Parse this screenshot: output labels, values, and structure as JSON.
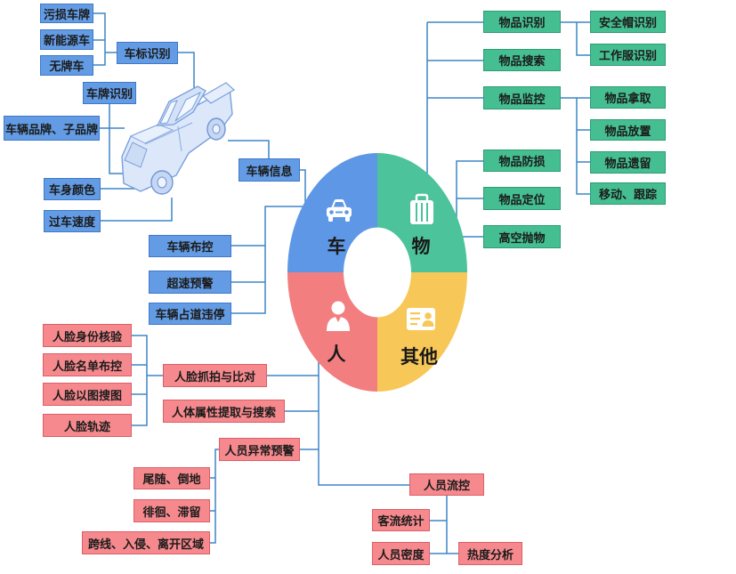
{
  "colors": {
    "vehicle": "#5e97e6",
    "object": "#4cc39a",
    "person": "#f27e80",
    "other": "#f7c858",
    "vehicle_box": "#639ce4",
    "object_box": "#45bf92",
    "person_box": "#f5898d",
    "line": "#3e86c6"
  },
  "center": {
    "vehicle": {
      "label": "车",
      "icon": "car-icon"
    },
    "object": {
      "label": "物",
      "icon": "luggage-icon"
    },
    "person": {
      "label": "人",
      "icon": "person-icon"
    },
    "other": {
      "label": "其他",
      "icon": "id-card-icon"
    }
  },
  "vehicle": {
    "plate_types": [
      "污损车牌",
      "新能源车",
      "无牌车"
    ],
    "logo_recognition": "车标识别",
    "plate_recognition": "车牌识别",
    "brand": "车辆品牌、子品牌",
    "body_color": "车身颜色",
    "speed": "过车速度",
    "info": "车辆信息",
    "illustration": "pickup-truck-illustration",
    "control": [
      "车辆布控",
      "超速预警",
      "车辆占道违停"
    ]
  },
  "object": {
    "recognition": "物品识别",
    "recognition_items": [
      "安全帽识别",
      "工作服识别"
    ],
    "search": "物品搜索",
    "monitoring": "物品监控",
    "monitoring_items": [
      "物品拿取",
      "物品放置",
      "物品遗留",
      "移动、跟踪"
    ],
    "loss_prevention": "物品防损",
    "positioning": "物品定位",
    "throwing": "高空抛物"
  },
  "person": {
    "face_items": [
      "人脸身份核验",
      "人脸名单布控",
      "人脸以图搜图",
      "人脸轨迹"
    ],
    "face_capture": "人脸抓拍与比对",
    "body_attributes": "人体属性提取与搜索",
    "anomaly": "人员异常预警",
    "anomaly_items": [
      "尾随、倒地",
      "徘徊、滞留",
      "跨线、入侵、离开区域"
    ],
    "flow": "人员流控",
    "flow_items": [
      "客流统计",
      "人员密度",
      "热度分析"
    ]
  }
}
